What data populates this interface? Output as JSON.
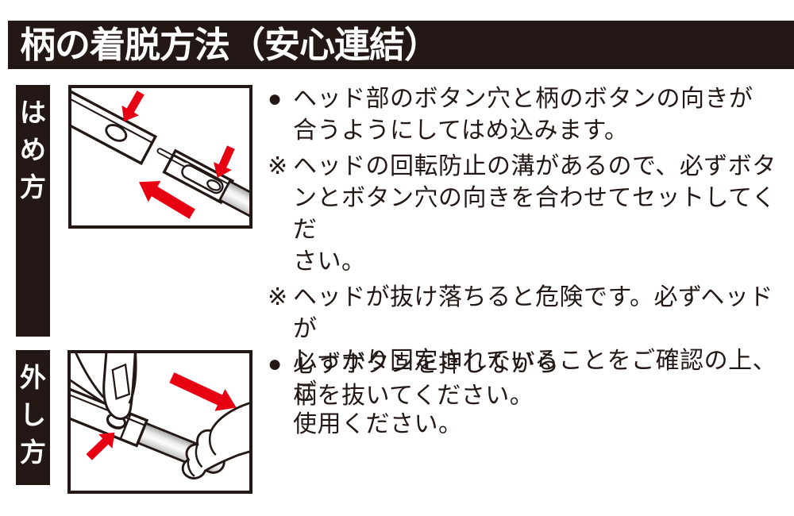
{
  "header": {
    "title": "柄の着脱方法（安心連結）",
    "bg_color": "#231815",
    "text_color": "#ffffff"
  },
  "colors": {
    "ink": "#231815",
    "arrow_red": "#e60012",
    "handle_gray": "#c9c9c9",
    "background": "#ffffff"
  },
  "sections": [
    {
      "label": "はめ方",
      "illustration": "handle-insertion-diagram",
      "paragraphs": [
        {
          "marker": "●",
          "text": "ヘッド部のボタン穴と柄のボタンの向きが\n合うようにしてはめ込みます。"
        },
        {
          "marker": "※",
          "text": "ヘッドの回転防止の溝があるので、必ずボタ\nンとボタン穴の向きを合わせてセットしてくだ\nさい。"
        },
        {
          "marker": "※",
          "text": "ヘッドが抜け落ちると危険です。必ずヘッドが\nしっかり固定されていることをご確認の上、ご\n使用ください。"
        }
      ]
    },
    {
      "label": "外し方",
      "illustration": "handle-removal-diagram",
      "paragraphs": [
        {
          "marker": "●",
          "text": "必ずボタンを押しながら\n柄を抜いてください。"
        }
      ]
    }
  ]
}
